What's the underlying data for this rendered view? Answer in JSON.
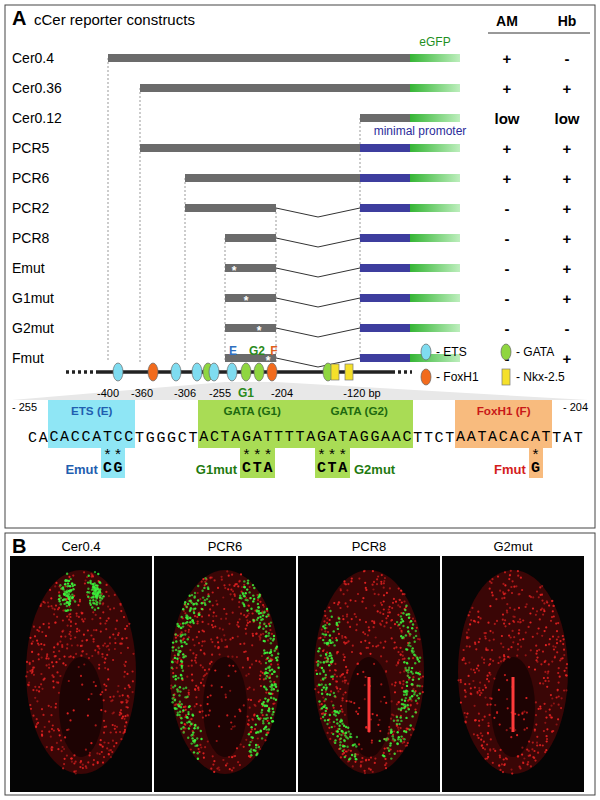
{
  "diagram": {
    "nodes": [
      {
        "text": [
          "ETS (E)",
          "CACCATCC"
        ]
      },
      {
        "text": [
          "GATA (G1)",
          "ACTAGATTTT"
        ]
      },
      {
        "text": [
          "GATA (G2)",
          "AGATAGGAAC"
        ]
      },
      {
        "text": [
          "FoxH1 (F)",
          "AATACACAT"
        ]
      },
      {
        "text": [
          "**",
          "CG"
        ]
      },
      {
        "text": [
          "***",
          "CTA"
        ]
      },
      {
        "text": [
          "***",
          "CTA"
        ]
      },
      {
        "text": [
          "*",
          "G"
        ]
      }
    ],
    "labels": [
      "A",
      "cCer reporter constructs",
      "AM",
      "Hb",
      "eGFP",
      "Cer0.4",
      "+",
      "-",
      "Cer0.36",
      "+",
      "+",
      "Cer0.12",
      "low",
      "low",
      "PCR5",
      "+",
      "+",
      "PCR6",
      "+",
      "+",
      "PCR2",
      "-",
      "+",
      "PCR8",
      "-",
      "+",
      "Emut",
      "-",
      "+",
      "G1mut",
      "-",
      "+",
      "G2mut",
      "-",
      "-",
      "Fmut",
      "-",
      "+",
      "minimal promoter",
      "*",
      "*",
      "*",
      "*",
      "E",
      "G1",
      "G2",
      "F",
      "-400",
      "-360",
      "-306",
      "-255",
      "-204",
      "-120 bp",
      "- 255",
      "- 204",
      "CA",
      "TGGGCT",
      "TTCT",
      "TAT",
      "Emut",
      "G1mut",
      "G2mut",
      "Fmut",
      "B",
      "Cer0.4",
      "PCR6",
      "PCR8",
      "G2mut"
    ],
    "legend": [
      {
        "text": "- ETS",
        "color": "#7fdcf0"
      },
      {
        "text": "- GATA",
        "color": "#8fd640"
      },
      {
        "text": "- FoxH1",
        "color": "#f26b1d"
      },
      {
        "text": "- Nkx-2.5",
        "color": "#f5e02a"
      }
    ]
  }
}
